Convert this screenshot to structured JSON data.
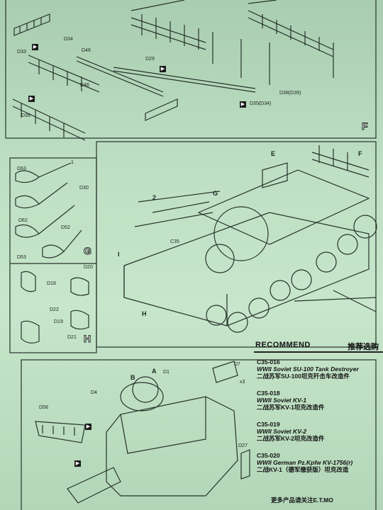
{
  "panel_F": {
    "marker": "F",
    "labels": [
      "D34",
      "D33",
      "D46",
      "D29",
      "D46",
      "D36",
      "D35(D34)",
      "D38(D39)"
    ]
  },
  "panel_G": {
    "marker": "G",
    "labels": [
      "D63",
      "1",
      "D30",
      "D62",
      "D52",
      "D53"
    ]
  },
  "panel_H": {
    "marker": "H",
    "labels": [
      "D20",
      "D18",
      "D22",
      "D19",
      "D21"
    ]
  },
  "hull": {
    "labels": [
      "E",
      "F",
      "2",
      "G",
      "C35",
      "I",
      "H"
    ]
  },
  "turret": {
    "labels": [
      "B",
      "A",
      "D1",
      "D4",
      "D58",
      "D7",
      "x3",
      "D27"
    ]
  },
  "recommend": {
    "title": "RECOMMEND",
    "title_cn": "推荐选购",
    "items": [
      {
        "code": "C35-016",
        "en": "WWII Soviet SU-100 Tank Destroyer",
        "zh": "二战苏军SU-100坦克歼击车改造件"
      },
      {
        "code": "C35-018",
        "en": "WWII Soviet KV-1",
        "zh": "二战苏军KV-1坦克改造件"
      },
      {
        "code": "C35-019",
        "en": "WWII Soviet KV-2",
        "zh": "二战苏军KV-2坦克改造件"
      },
      {
        "code": "C35-020",
        "en": "WWII German Pz.Kpfw KV-1756(r)",
        "zh": "二战KV-1（德军缴获版）坦克改造"
      }
    ],
    "footer": "更多产品请关注E.T.MO"
  },
  "colors": {
    "paper": "#c3e3c7",
    "ink": "#1c2520"
  }
}
